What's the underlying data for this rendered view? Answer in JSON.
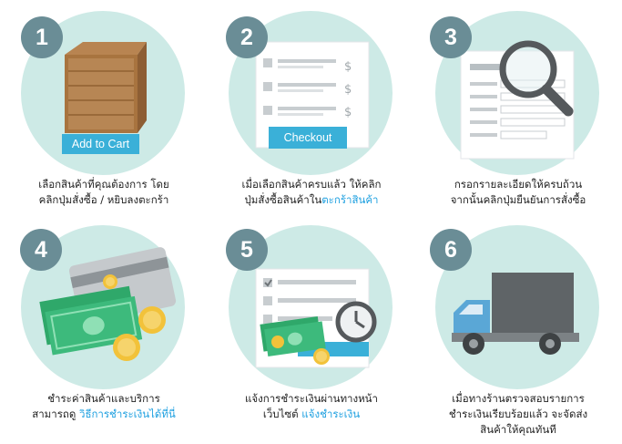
{
  "steps": [
    {
      "number": "1",
      "caption_line1": "เลือกสินค้าที่คุณต้องการ โดย",
      "caption_line2": "คลิกปุ่มสั่งซื้อ / หยิบลงตะกร้า",
      "button_label": "Add to Cart",
      "icon": "wooden-crate-icon"
    },
    {
      "number": "2",
      "caption_line1": "เมื่อเลือกสินค้าครบแล้ว ให้คลิก",
      "caption_line2": "ปุ่มสั่งซื้อสินค้าใน",
      "caption_link": "ตะกร้าสินค้า",
      "button_label": "Checkout",
      "price_symbol": "$",
      "icon": "checklist-icon"
    },
    {
      "number": "3",
      "caption_line1": "กรอกรายละเอียดให้ครบถ้วน",
      "caption_line2": "จากนั้นคลิกปุ่มยืนยันการสั่งซื้อ",
      "icon": "magnifier-form-icon"
    },
    {
      "number": "4",
      "caption_line1": "ชำระค่าสินค้าและบริการ",
      "caption_line2": "สามารถดู ",
      "caption_link": "วิธีการชำระเงินได้ที่นี่",
      "icon": "card-cash-coins-icon"
    },
    {
      "number": "5",
      "caption_line1": "แจ้งการชำระเงินผ่านทางหน้า",
      "caption_line2": "เว็บไซต์ ",
      "caption_link": "แจ้งชำระเงิน",
      "icon": "payment-notify-icon"
    },
    {
      "number": "6",
      "caption_line1": "เมื่อทางร้านตรวจสอบรายการ",
      "caption_line2": "ชำระเงินเรียบร้อยแล้ว จะจัดส่ง",
      "caption_line3": "สินค้าให้คุณทันที",
      "icon": "delivery-truck-icon"
    }
  ],
  "colors": {
    "circle": "#cdeae6",
    "badge": "#6a8d96",
    "link": "#1ea0e0",
    "button": "#3ab0d8",
    "cash": "#3dba7c",
    "coin": "#f2c23a",
    "truck_cab": "#5aa7d6",
    "truck_body": "#5f6467"
  }
}
